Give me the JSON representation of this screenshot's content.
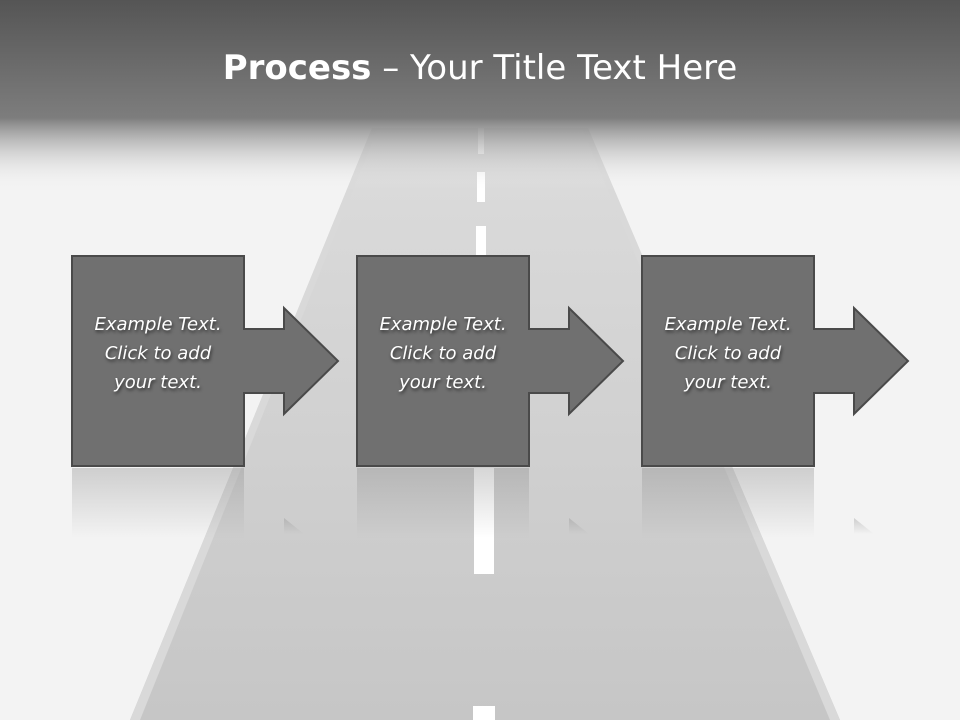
{
  "title": {
    "bold": "Process",
    "rest": " – Your Title Text Here"
  },
  "steps": [
    {
      "lines": [
        "Example Text.",
        "Click  to add",
        "your text."
      ]
    },
    {
      "lines": [
        "Example Text.",
        "Click  to add",
        "your text."
      ]
    },
    {
      "lines": [
        "Example Text.",
        "Click  to add",
        "your text."
      ]
    }
  ],
  "colors": {
    "header": "#5a5a5a",
    "road": "#c9c9c9",
    "box_fill": "#707070",
    "box_border": "#4a4a4a",
    "text": "#ffffff"
  }
}
